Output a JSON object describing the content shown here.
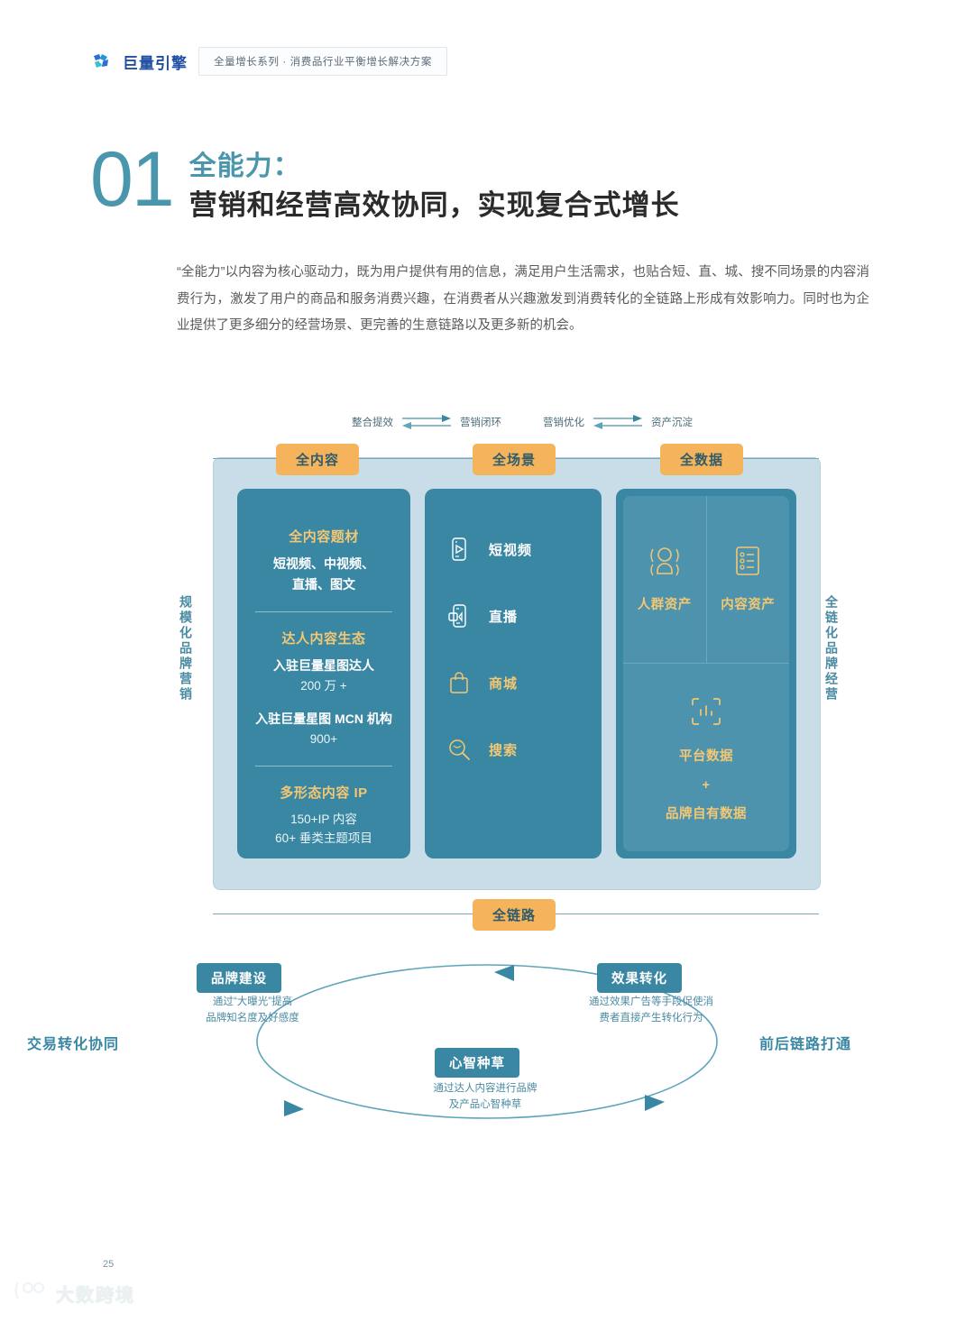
{
  "header": {
    "brand": "巨量引擎",
    "tagline": "全量增长系列 · 消费品行业平衡增长解决方案",
    "logo_icon": "juliang-logo-icon"
  },
  "title": {
    "number": "01",
    "line1": "全能力：",
    "line2": "营销和经营高效协同，实现复合式增长"
  },
  "paragraph": "“全能力”以内容为核心驱动力，既为用户提供有用的信息，满足用户生活需求，也贴合短、直、城、搜不同场景的内容消费行为，激发了用户的商品和服务消费兴趣，在消费者从兴趣激发到消费转化的全链路上形成有效影响力。同时也为企业提供了更多细分的经营场景、更完善的生意链路以及更多新的机会。",
  "flow_arrows": [
    {
      "left_label": "整合提效",
      "right_label": "营销闭环"
    },
    {
      "left_label": "营销优化",
      "right_label": "资产沉淀"
    }
  ],
  "diagram": {
    "pills": {
      "content": "全内容",
      "scene": "全场景",
      "data": "全数据",
      "chain": "全链路"
    },
    "side_labels": {
      "left": "规模化品牌营销",
      "right": "全链化品牌经营"
    },
    "column_content": {
      "blocks": [
        {
          "title": "全内容题材",
          "lines": [
            "短视频、中视频、",
            "直播、图文"
          ]
        },
        {
          "title": "达人内容生态",
          "lines": [
            "入驻巨量星图达人",
            "200 万 +"
          ],
          "lines2": [
            "入驻巨量星图 MCN 机构",
            "900+"
          ]
        },
        {
          "title": "多形态内容 IP",
          "lines": [
            "150+IP 内容",
            "60+ 垂类主题项目"
          ]
        }
      ]
    },
    "column_scene": {
      "items": [
        {
          "label": "短视频",
          "icon": "short-video-icon",
          "color": "white"
        },
        {
          "label": "直播",
          "icon": "live-stream-icon",
          "color": "white"
        },
        {
          "label": "商城",
          "icon": "shopping-bag-icon",
          "color": "gold"
        },
        {
          "label": "搜索",
          "icon": "search-icon",
          "color": "gold"
        }
      ]
    },
    "column_data": {
      "cells": [
        {
          "label": "人群资产",
          "icon": "user-asset-icon"
        },
        {
          "label": "内容资产",
          "icon": "content-list-icon"
        }
      ],
      "bottom": {
        "icon": "platform-data-icon",
        "line1": "平台数据",
        "plus": "+",
        "line2": "品牌自有数据"
      }
    }
  },
  "cycle": {
    "left_side_label": "交易转化协同",
    "right_side_label": "前后链路打通",
    "nodes": [
      {
        "label": "品牌建设",
        "desc": [
          "通过“大曝光”提高",
          "品牌知名度及好感度"
        ]
      },
      {
        "label": "效果转化",
        "desc": [
          "通过效果广告等手段促使消",
          "费者直接产生转化行为"
        ]
      },
      {
        "label": "心智种草",
        "desc": [
          "通过达人内容进行品牌",
          "及产品心智种草"
        ]
      }
    ]
  },
  "footer": {
    "page_number": "25",
    "watermark": "大数跨境"
  },
  "colors": {
    "accent_teal": "#4a96ad",
    "orange_pill": "#f5b45c",
    "panel_blue": "#3a87a3",
    "outer_blue": "#c8dde8",
    "gold_text": "#f3c773"
  }
}
